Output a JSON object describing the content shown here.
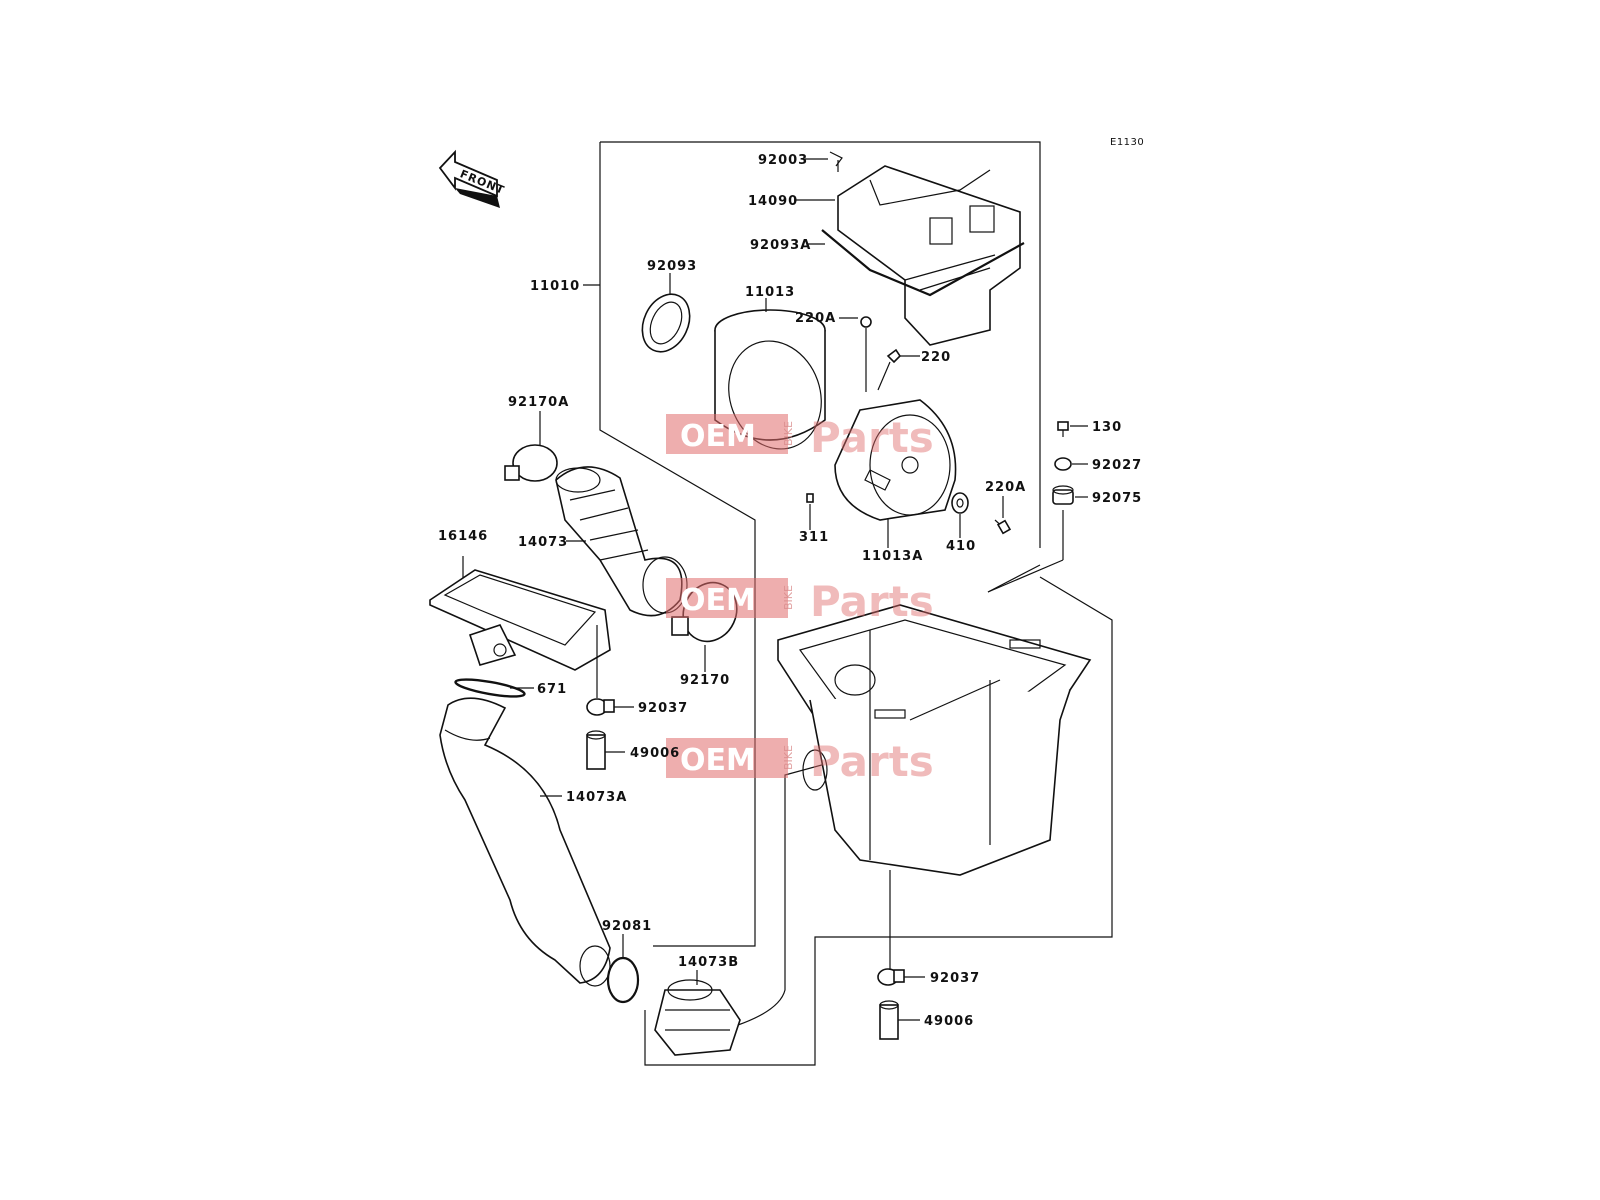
{
  "diagram_code": "E1130",
  "front_arrow_label": "FRONT",
  "watermark": {
    "oem": "OEM",
    "bike": "BIKE",
    "parts": "Parts",
    "color": "#e06b6b"
  },
  "callouts": {
    "p92003": "92003",
    "p14090": "14090",
    "p92093A": "92093A",
    "p11010": "11010",
    "p92093": "92093",
    "p11013": "11013",
    "p220A_top": "220A",
    "p220": "220",
    "p92170A": "92170A",
    "p130": "130",
    "p92027": "92027",
    "p92075": "92075",
    "p220A_right": "220A",
    "p311": "311",
    "p11013A": "11013A",
    "p410": "410",
    "p16146": "16146",
    "p14073": "14073",
    "p92170": "92170",
    "p671": "671",
    "p92037_left": "92037",
    "p49006_left": "49006",
    "p14073A": "14073A",
    "p92081": "92081",
    "p14073B": "14073B",
    "p92037_bottom": "92037",
    "p49006_bottom": "49006"
  }
}
